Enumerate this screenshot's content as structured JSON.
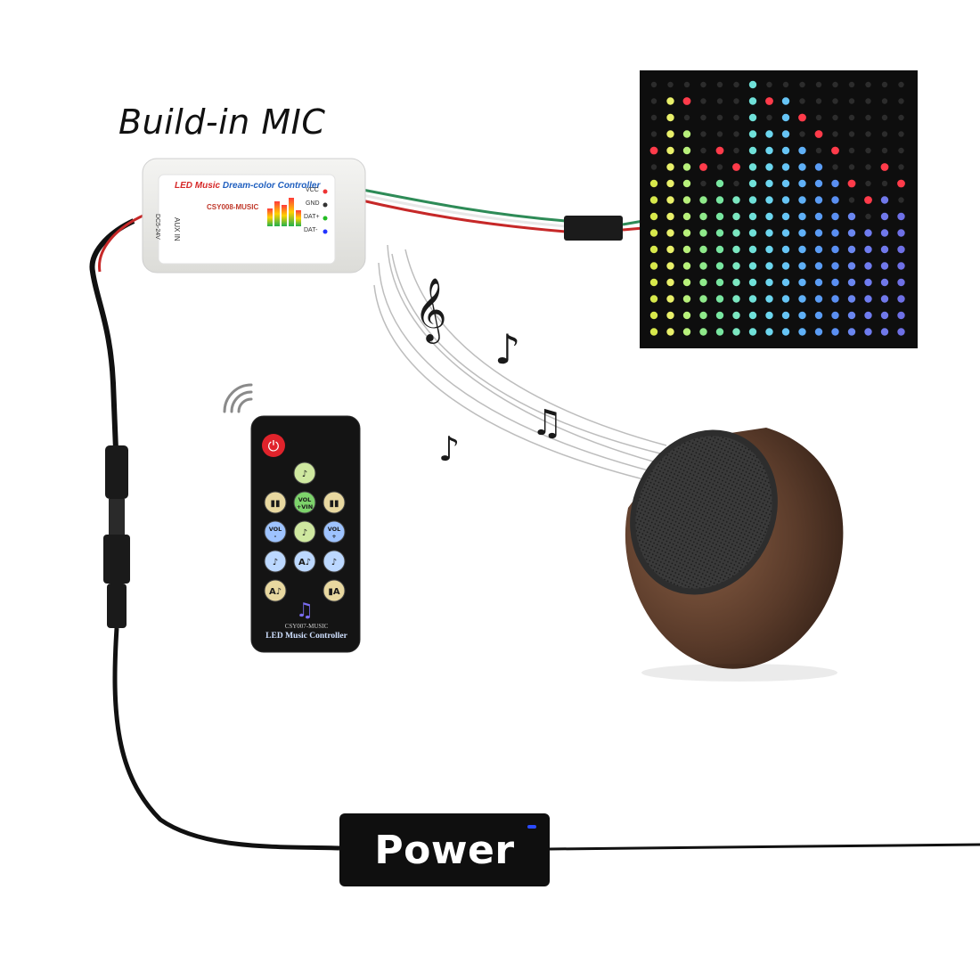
{
  "headline": "Build-in MIC",
  "power_label": "Power",
  "controller": {
    "title_part1": "LED Music",
    "title_part2": "Dream-color Controller",
    "model": "CSY008-MUSIC",
    "voltage": "DC5-24V",
    "aux": "AUX IN",
    "pins": [
      "VCC",
      "GND",
      "DAT+",
      "DAT-"
    ]
  },
  "remote": {
    "model": "CSY007-MUSIC",
    "name": "LED Music Controller",
    "vol_vin": "VOL\n+VIN",
    "vol_minus": "VOL\n-",
    "vol_plus": "VOL\n+"
  },
  "colors": {
    "power_box": "#0f0f0f",
    "power_led": "#2a4bff",
    "cable": "#111111",
    "remote_body": "#141414",
    "power_button": "#e0232b",
    "wood": "#5a3b2a"
  },
  "icons": [
    "treble-clef-icon",
    "eighth-note-icon",
    "beamed-notes-icon",
    "wifi-signal-icon",
    "power-icon"
  ]
}
